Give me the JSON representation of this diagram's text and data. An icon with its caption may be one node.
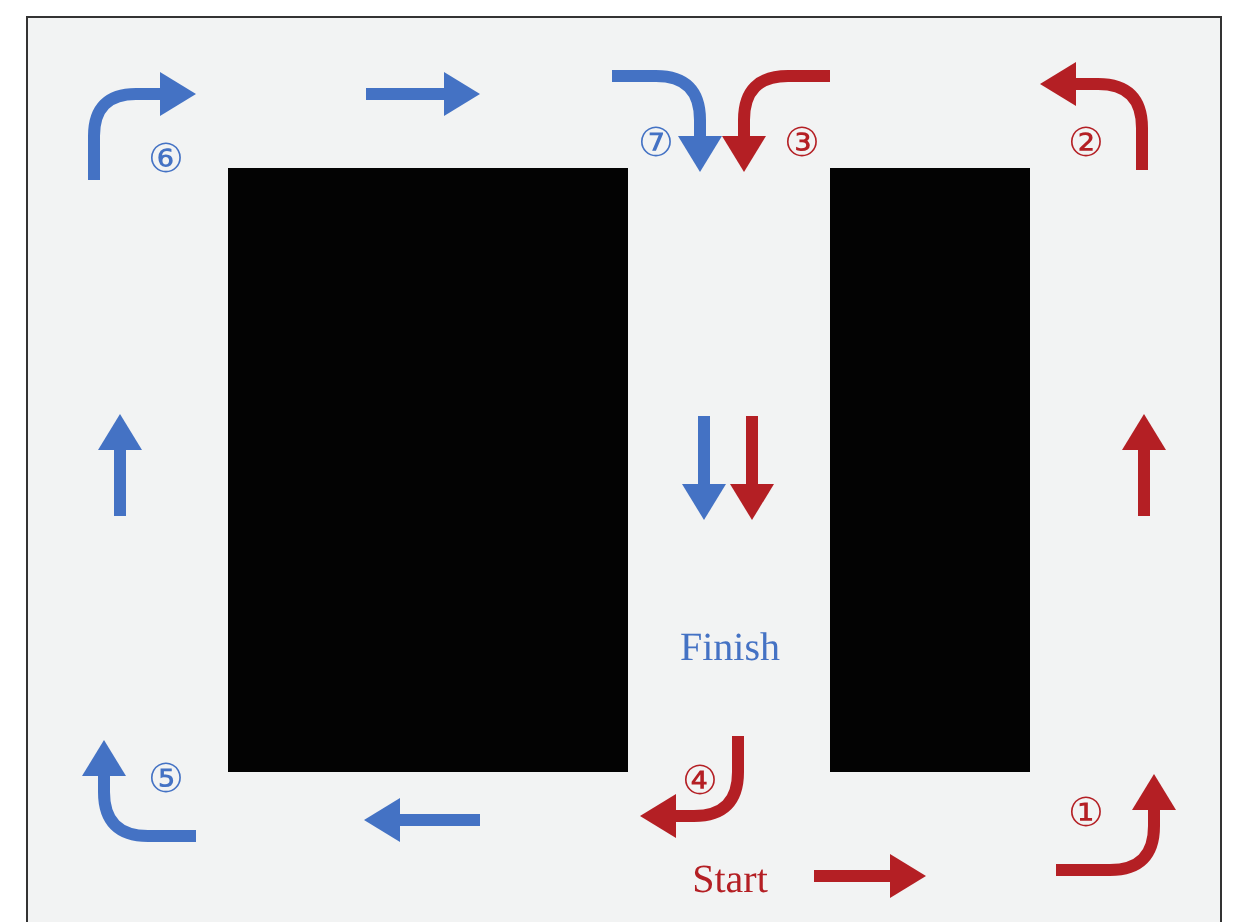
{
  "diagram": {
    "nodes": [
      {
        "text": [],
        "shape": "box"
      },
      {
        "text": [],
        "shape": "box"
      }
    ],
    "labels": [
      "⑥",
      "⑦",
      "③",
      "②",
      "Finish",
      "⑤",
      "④",
      "①",
      "Start"
    ]
  }
}
